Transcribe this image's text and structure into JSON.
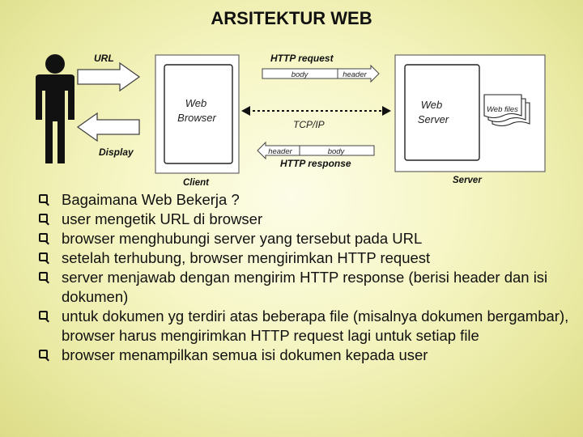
{
  "title": "ARSITEKTUR WEB",
  "diagram": {
    "url_label": "URL",
    "display_label": "Display",
    "client_box_line1": "Web",
    "client_box_line2": "Browser",
    "client_label": "Client",
    "server_box_line1": "Web",
    "server_box_line2": "Server",
    "server_label": "Server",
    "web_files_label": "Web files",
    "http_request_label": "HTTP request",
    "http_response_label": "HTTP response",
    "request_body": "body",
    "request_header": "header",
    "response_header": "header",
    "response_body": "body",
    "tcpip_label": "TCP/IP"
  },
  "bullets": [
    "Bagaimana Web Bekerja ?",
    "user mengetik URL di browser",
    "browser menghubungi server yang tersebut pada URL",
    "setelah terhubung, browser mengirimkan HTTP request",
    "server menjawab dengan mengirim HTTP response (berisi header dan isi dokumen)",
    "untuk dokumen yg terdiri atas beberapa file (misalnya dokumen bergambar), browser harus mengirimkan HTTP request lagi untuk setiap file",
    "browser menampilkan semua isi dokumen kepada user"
  ]
}
